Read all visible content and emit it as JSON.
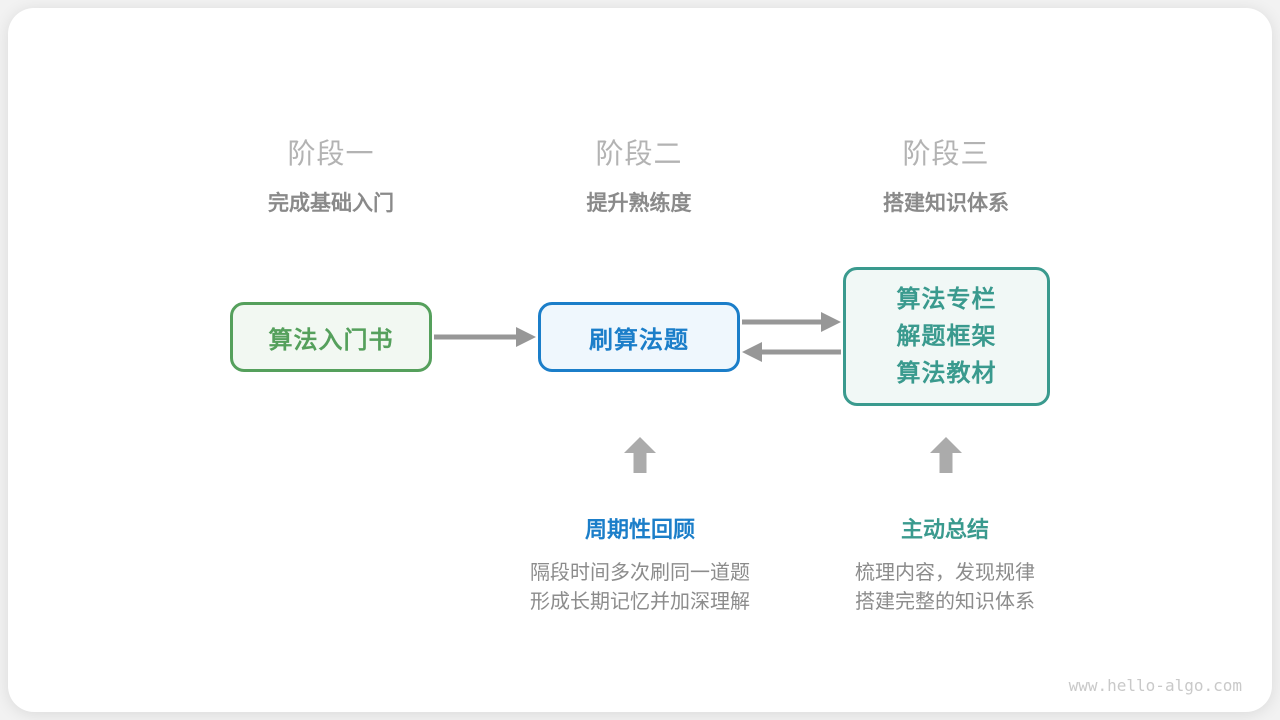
{
  "page": {
    "watermark": "www.hello-algo.com"
  },
  "colors": {
    "green": "#55a05c",
    "green-bg": "#f2f8f2",
    "blue": "#1b7ec9",
    "blue-bg": "#eff7fd",
    "teal": "#3a9a8e",
    "teal-bg": "#f1f8f6",
    "arrow": "#979797",
    "stage-title": "#b3b3b3",
    "stage-subtitle": "#8a8a8a",
    "note-text": "#8c8c8c",
    "watermark": "#c9c9c9"
  },
  "stages": [
    {
      "title": "阶段一",
      "subtitle": "完成基础入门"
    },
    {
      "title": "阶段二",
      "subtitle": "提升熟练度"
    },
    {
      "title": "阶段三",
      "subtitle": "搭建知识体系"
    }
  ],
  "boxes": {
    "stage1": {
      "label": "算法入门书"
    },
    "stage2": {
      "label": "刷算法题"
    },
    "stage3": {
      "lines": [
        "算法专栏",
        "解题框架",
        "算法教材"
      ]
    }
  },
  "icons": {
    "flow_arrow_right": "right-arrow",
    "flow_arrow_left": "left-arrow",
    "up_block_arrow": "up-arrow"
  },
  "notes": [
    {
      "title": "周期性回顾",
      "lines": [
        "隔段时间多次刷同一道题",
        "形成长期记忆并加深理解"
      ]
    },
    {
      "title": "主动总结",
      "lines": [
        "梳理内容，发现规律",
        "搭建完整的知识体系"
      ]
    }
  ]
}
